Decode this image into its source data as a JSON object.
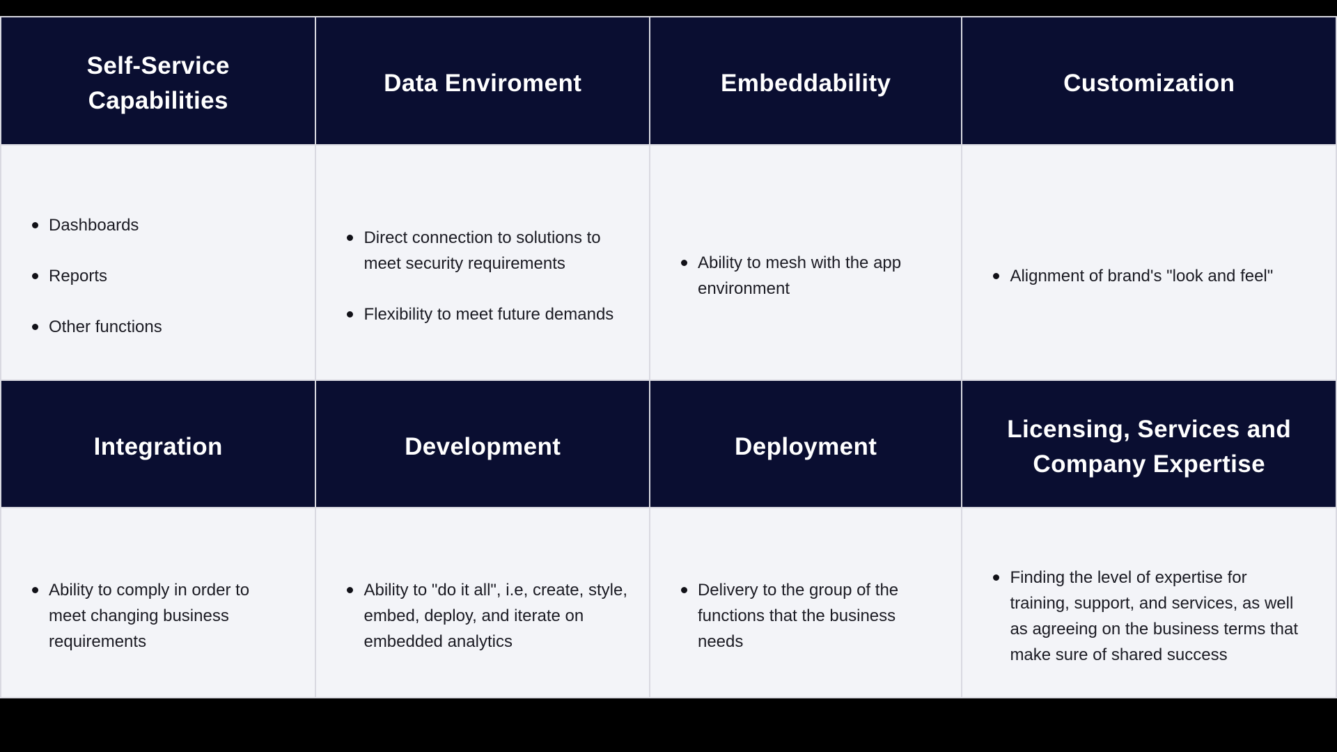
{
  "theme": {
    "frame_color": "#000000",
    "header_bg": "#0a0e31",
    "header_text_color": "#ffffff",
    "body_bg": "#f3f4f8",
    "body_text_color": "#1a1a22",
    "grid_line_color": "#d9d9e1"
  },
  "table": {
    "sections": [
      {
        "header": "Self-Service\nCapabilities",
        "bullets": [
          "Dashboards",
          "Reports",
          "Other functions"
        ]
      },
      {
        "header": "Data Enviroment",
        "bullets": [
          "Direct connection to solutions to\nmeet security requirements",
          "Flexibility to meet future demands"
        ]
      },
      {
        "header": "Embeddability",
        "bullets": [
          "Ability to mesh with the app\nenvironment"
        ]
      },
      {
        "header": "Customization",
        "bullets": [
          "Alignment of brand's \"look and feel\""
        ]
      },
      {
        "header": "Integration",
        "bullets": [
          "Ability to comply in order to\nmeet changing business\nrequirements"
        ]
      },
      {
        "header": "Development",
        "bullets": [
          "Ability to \"do it all\", i.e, create, style,\nembed, deploy, and iterate on\nembedded analytics"
        ]
      },
      {
        "header": "Deployment",
        "bullets": [
          "Delivery to the group of the\nfunctions that the business\nneeds"
        ]
      },
      {
        "header": "Licensing, Services and\nCompany Expertise",
        "bullets": [
          "Finding the level of expertise for\ntraining, support, and services, as well\nas agreeing on the business terms that\nmake sure of shared success"
        ]
      }
    ]
  }
}
